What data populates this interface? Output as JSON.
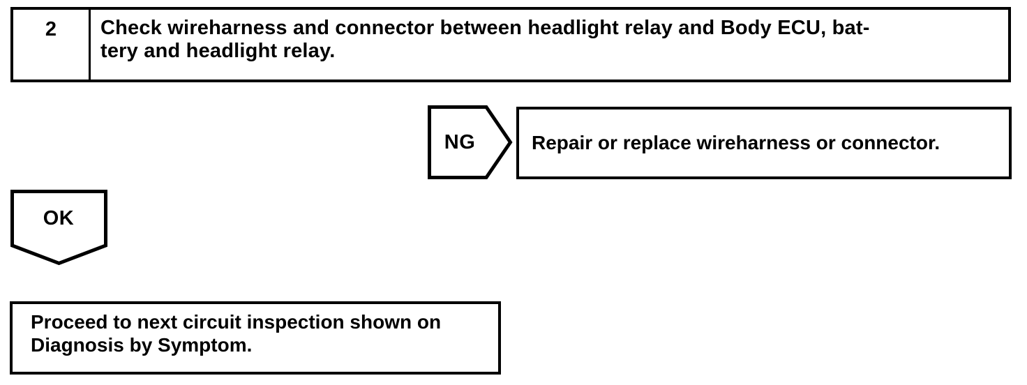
{
  "diagram": {
    "type": "diagnostic-flowchart",
    "colors": {
      "line": "#000000",
      "background": "#ffffff",
      "text": "#000000"
    },
    "step_box": {
      "number": "2",
      "instruction_lines": [
        "Check wireharness and connector between headlight relay and Body ECU, bat-",
        "tery and headlight relay."
      ]
    },
    "ng_branch": {
      "label": "NG",
      "action": "Repair or replace wireharness or connector."
    },
    "ok_branch": {
      "label": "OK",
      "action_lines": [
        "Proceed to next circuit inspection shown on",
        "Diagnosis by Symptom."
      ]
    }
  }
}
